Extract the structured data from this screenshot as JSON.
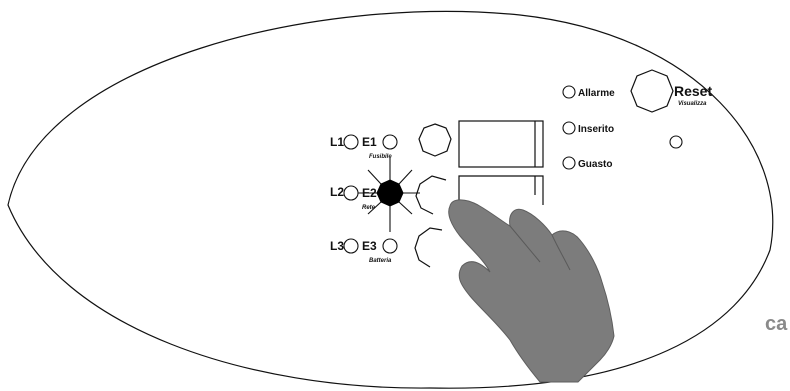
{
  "left_group": {
    "channels": [
      {
        "l": "L1",
        "e": "E1",
        "sub": "Fusibile"
      },
      {
        "l": "L2",
        "e": "E2",
        "sub": "Rete"
      },
      {
        "l": "L3",
        "e": "E3",
        "sub": "Batteria"
      }
    ],
    "active_channel": "E2"
  },
  "status_leds": [
    {
      "label": "Allarme"
    },
    {
      "label": "Inserito"
    },
    {
      "label": "Guasto"
    }
  ],
  "reset": {
    "label": "Reset",
    "sub": "Visualizza"
  },
  "watermark": "ca",
  "colors": {
    "panel_fill": "#ffffff",
    "outline": "#111111",
    "hand": "#7c7c7c",
    "watermark": "#8a8a8a"
  },
  "icons": {
    "hand": "pointing-hand-icon",
    "active_led": "lit-led-icon"
  }
}
